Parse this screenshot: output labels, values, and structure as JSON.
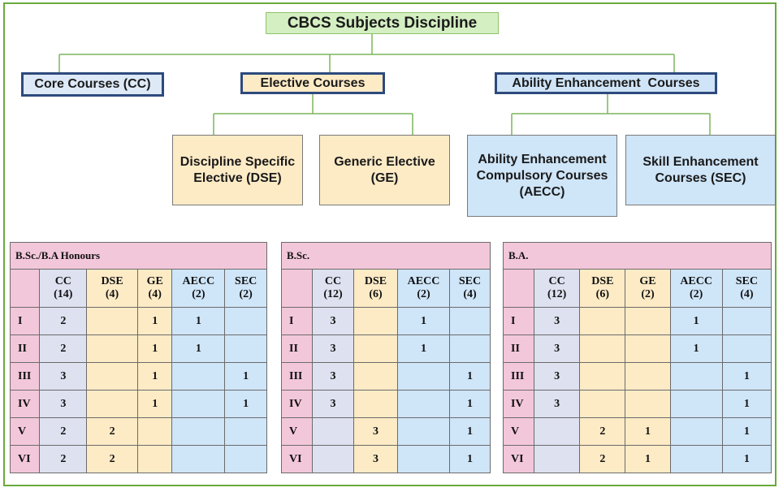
{
  "diagram": {
    "root": "CBCS Subjects Discipline",
    "core": "Core Courses (CC)",
    "elective": "Elective Courses",
    "ability": "Ability Enhancement  Courses",
    "dse": "Discipline Specific Elective (DSE)",
    "ge": "Generic Elective (GE)",
    "aecc": "Ability Enhancement Compulsory Courses (AECC)",
    "sec": "Skill Enhancement Courses (SEC)"
  },
  "tables": [
    {
      "title": "B.Sc./B.A Honours",
      "columns": [
        {
          "label": "CC",
          "count": "(14)",
          "type": "cc"
        },
        {
          "label": "DSE",
          "count": "(4)",
          "type": "dse"
        },
        {
          "label": "GE",
          "count": "(4)",
          "type": "ge"
        },
        {
          "label": "AECC",
          "count": "(2)",
          "type": "aecc"
        },
        {
          "label": "SEC",
          "count": "(2)",
          "type": "sec"
        }
      ],
      "rows": [
        {
          "sem": "I",
          "values": [
            "2",
            "",
            "1",
            "1",
            ""
          ]
        },
        {
          "sem": "II",
          "values": [
            "2",
            "",
            "1",
            "1",
            ""
          ]
        },
        {
          "sem": "III",
          "values": [
            "3",
            "",
            "1",
            "",
            "1"
          ]
        },
        {
          "sem": "IV",
          "values": [
            "3",
            "",
            "1",
            "",
            "1"
          ]
        },
        {
          "sem": "V",
          "values": [
            "2",
            "2",
            "",
            "",
            ""
          ]
        },
        {
          "sem": "VI",
          "values": [
            "2",
            "2",
            "",
            "",
            ""
          ]
        }
      ]
    },
    {
      "title": "B.Sc.",
      "columns": [
        {
          "label": "CC",
          "count": "(12)",
          "type": "cc"
        },
        {
          "label": "DSE",
          "count": "(6)",
          "type": "dse"
        },
        {
          "label": "AECC",
          "count": "(2)",
          "type": "aecc"
        },
        {
          "label": "SEC",
          "count": "(4)",
          "type": "sec"
        }
      ],
      "rows": [
        {
          "sem": "I",
          "values": [
            "3",
            "",
            "1",
            ""
          ]
        },
        {
          "sem": "II",
          "values": [
            "3",
            "",
            "1",
            ""
          ]
        },
        {
          "sem": "III",
          "values": [
            "3",
            "",
            "",
            "1"
          ]
        },
        {
          "sem": "IV",
          "values": [
            "3",
            "",
            "",
            "1"
          ]
        },
        {
          "sem": "V",
          "values": [
            "",
            "3",
            "",
            "1"
          ]
        },
        {
          "sem": "VI",
          "values": [
            "",
            "3",
            "",
            "1"
          ]
        }
      ]
    },
    {
      "title": "B.A.",
      "columns": [
        {
          "label": "CC",
          "count": "(12)",
          "type": "cc"
        },
        {
          "label": "DSE",
          "count": "(6)",
          "type": "dse"
        },
        {
          "label": "GE",
          "count": "(2)",
          "type": "ge"
        },
        {
          "label": "AECC",
          "count": "(2)",
          "type": "aecc"
        },
        {
          "label": "SEC",
          "count": "(4)",
          "type": "sec"
        }
      ],
      "rows": [
        {
          "sem": "I",
          "values": [
            "3",
            "",
            "",
            "1",
            ""
          ]
        },
        {
          "sem": "II",
          "values": [
            "3",
            "",
            "",
            "1",
            ""
          ]
        },
        {
          "sem": "III",
          "values": [
            "3",
            "",
            "",
            "",
            "1"
          ]
        },
        {
          "sem": "IV",
          "values": [
            "3",
            "",
            "",
            "",
            "1"
          ]
        },
        {
          "sem": "V",
          "values": [
            "",
            "2",
            "1",
            "",
            "1"
          ]
        },
        {
          "sem": "VI",
          "values": [
            "",
            "2",
            "1",
            "",
            "1"
          ]
        }
      ]
    }
  ]
}
